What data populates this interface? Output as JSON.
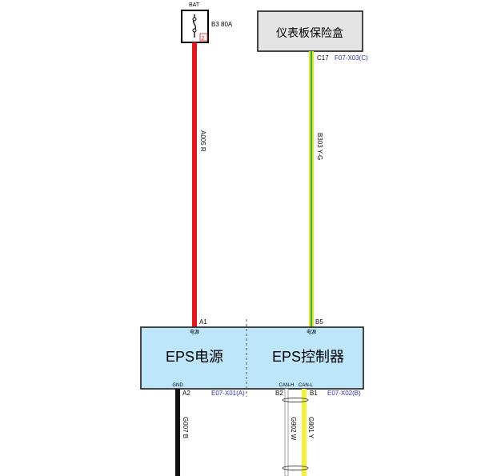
{
  "fuse": {
    "source_label": "BAT",
    "name": "B3 80A",
    "pin": "2"
  },
  "fuse_box": {
    "title": "仪表板保险盒",
    "pin": "C17",
    "connector": "F07-X03(C)"
  },
  "wires": {
    "power": "A005 R",
    "ignition": "B303 Y-G",
    "ground": "G007 B",
    "can_h": "G902 W",
    "can_l": "G901 Y"
  },
  "module": {
    "power_title": "EPS电源",
    "control_title": "EPS控制器",
    "pin_a1": "A1",
    "pin_a1_desc": "电源",
    "pin_b5": "B5",
    "pin_b5_desc": "电源",
    "pin_a2": "A2",
    "pin_a2_desc": "GND",
    "pin_b2": "B2",
    "pin_b2_desc": "CAN-H",
    "pin_b1": "B1",
    "pin_b1_desc": "CAN-L",
    "connector_a": "E07-X01(A)",
    "connector_b": "E07-X02(B)"
  },
  "colors": {
    "power_wire": "#e8161b",
    "ignition_wire_base": "#d8ea2a",
    "ignition_wire_stripe": "#3aa84a",
    "ground_wire": "#111111",
    "can_l_wire": "#f2f23a",
    "module_fill": "#bde6fb",
    "fuse_box_fill": "#e4e4e4"
  }
}
